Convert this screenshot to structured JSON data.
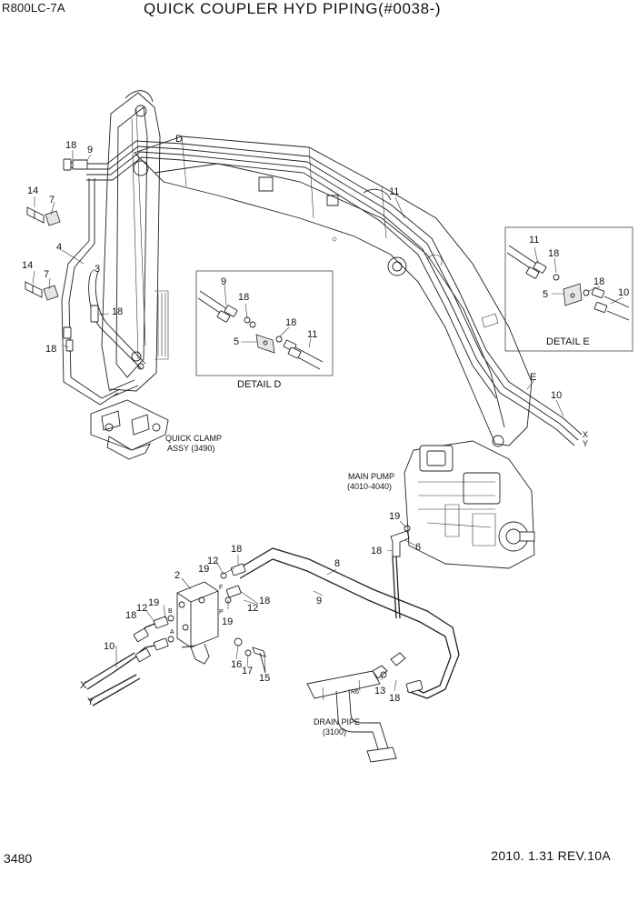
{
  "header": {
    "model": "R800LC-7A",
    "title": "QUICK COUPLER HYD PIPING(#0038-)"
  },
  "footer": {
    "page": "3480",
    "date_rev": "2010. 1.31  REV.10A"
  },
  "callouts": {
    "c18a": "18",
    "c9a": "9",
    "cD": "D",
    "c14a": "14",
    "c7a": "7",
    "c4": "4",
    "c3": "3",
    "c14b": "14",
    "c7b": "7",
    "c18b": "18",
    "c18c": "18",
    "c11a": "11",
    "c9d": "9",
    "c18d": "18",
    "c18e": "18",
    "c5d": "5",
    "c11d": "11",
    "c11e": "11",
    "c18f": "18",
    "c18g": "18",
    "c5e": "5",
    "c10e": "10",
    "cE": "E",
    "c10": "10",
    "cX": "X",
    "cY": "Y",
    "c19a": "19",
    "c6": "6",
    "c18h": "18",
    "c8": "8",
    "c9b": "9",
    "c2": "2",
    "c19b": "19",
    "c12a": "12",
    "c18i": "18",
    "c12b": "12",
    "c18j": "18",
    "c19c": "19",
    "cF": "F",
    "cP": "P",
    "c18k": "18",
    "c12c": "12",
    "c19d": "19",
    "cB": "B",
    "cA": "A",
    "c10b": "10",
    "cX2": "X",
    "cY2": "Y",
    "c16": "16",
    "c17": "17",
    "c15": "15",
    "c13": "13",
    "c18l": "18",
    "cR6": "R6"
  },
  "labels": {
    "detail_d": "DETAIL  D",
    "detail_e": "DETAIL  E",
    "quick_clamp": [
      "QUICK CLAMP",
      "ASSY (3490)"
    ],
    "main_pump": [
      "MAIN PUMP",
      "(4010-4040)"
    ],
    "drain_pipe": [
      "DRAIN PIPE",
      "(3100)"
    ]
  }
}
